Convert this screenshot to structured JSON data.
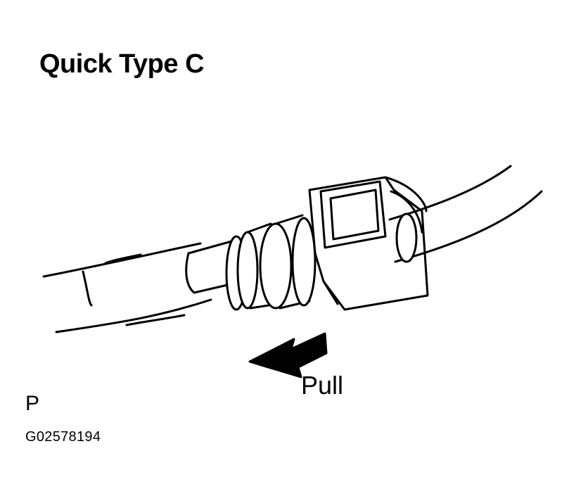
{
  "title": "Quick Type C",
  "labels": {
    "pull": "Pull",
    "view_letter": "P",
    "figure_id": "G02578194"
  },
  "colors": {
    "line": "#000000",
    "background": "#ffffff"
  },
  "icons": {
    "direction_arrow": "pull-arrow-icon"
  }
}
